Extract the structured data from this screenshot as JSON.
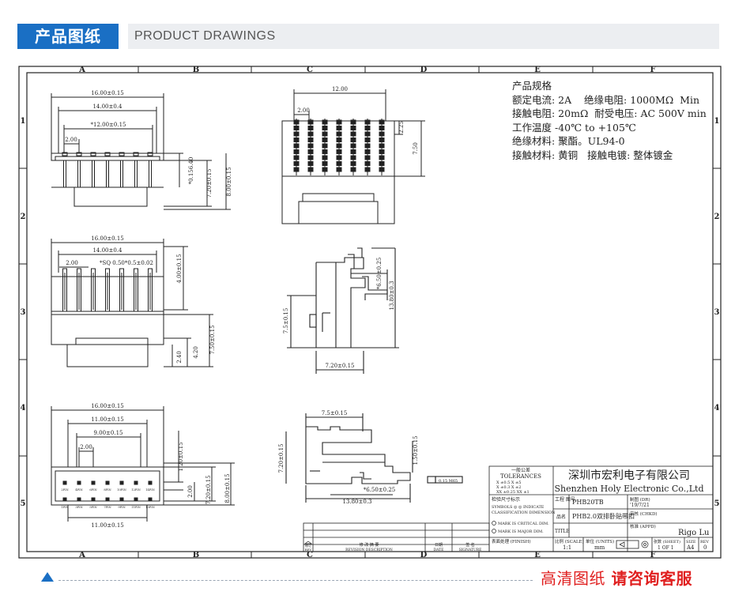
{
  "header": {
    "title_cn": "产品图纸",
    "title_en": "PRODUCT DRAWINGS"
  },
  "frame": {
    "col_letters": [
      "A",
      "B",
      "C",
      "D",
      "E",
      "F"
    ],
    "row_numbers": [
      "1",
      "2",
      "3",
      "4",
      "5"
    ]
  },
  "specs": {
    "title": "产品规格",
    "lines": [
      "额定电流: 2A    绝缘电阻: 1000MΩ  Min",
      "接触电阻: 20mΩ  耐受电压: AC 500V min",
      "工作温度 -40℃ to +105℃",
      "绝缘材料: 聚酯。UL94-0",
      "接触材料: 黄铜   接触电镀: 整体镀金"
    ]
  },
  "dims": {
    "v1_w16": "16.00±0.15",
    "v1_w14": "14.00±0.4",
    "v1_w12": "*12.00±0.15",
    "v1_p2": "2.00",
    "v1_h6": "*0.156.40",
    "v1_h72": "7.20±0.15",
    "v1_h8": "8.00±0.15",
    "v2_w16": "16.00±0.15",
    "v2_w14": "14.00±0.4",
    "v2_p2": "2.00",
    "v2_sq": "*SQ 0.50*0.5±0.02",
    "v2_h4": "4.00±0.15",
    "v2_h75": "7.50±0.15",
    "v2_h42": "4.20",
    "v2_h24": "2.40",
    "v3_w16": "16.00±0.15",
    "v3_w11": "11.00±0.15",
    "v3_w9": "9.00±0.15",
    "v3_p2": "2.00",
    "v3_h12": "1.20±0.15",
    "v3_h2": "2.00",
    "v3_h72": "7.20±0.15",
    "v3_h8": "8.00±0.15",
    "v3_wb11": "11.00±0.15",
    "v4_w12": "12.00",
    "v4_p2": "2.00",
    "v4_h225": "2.25",
    "v4_h75": "7.50",
    "v5_h65": "*6.50±0.25",
    "v5_h138": "13.80±0.3",
    "v5_h75": "7.5±0.15",
    "v5_w72": "7.20±0.15",
    "v6_w75": "7.5±0.15",
    "v6_h15": "1.50±0.15",
    "v6_h72": "7.20±0.15",
    "v6_w65": "*6.50±0.25",
    "v6_w138": "13.80±0.3",
    "v6_note": "0.15 M65"
  },
  "pin_labels_top": [
    "2PIN",
    "4PIN",
    "6PIN",
    "8PIN",
    "10PIN",
    "12PIN",
    "14PIN"
  ],
  "pin_labels_bot": [
    "1PIN",
    "3PIN",
    "5PIN",
    "7PIN",
    "9PIN",
    "11PIN",
    "13PIN"
  ],
  "title_block": {
    "tol_title": "一般公差",
    "tol_en": "TOLERANCES",
    "tol_lines": [
      "X  ±0.5      X  ±5",
      "X  ±0.3      X  ±2",
      "XX ±0.25    XX ±1"
    ],
    "company_cn": "深圳市宏利电子有限公司",
    "company_en": "Shenzhen Holy Electronic Co.,Ltd",
    "check_label": "检验尺寸标示",
    "symbols_line": "SYMBOLS ◎ ◎ INDICATE",
    "class_line": "CLASSIFICATION DIMENSION",
    "critical": "MARK IS CRITICAL DIM.",
    "major": "MARK IS MAJOR DIM.",
    "finish": "表面处理 (FINISH)",
    "proj_no_label": "工程 图号",
    "proj_no": "PHB20TB",
    "name_label": "品名",
    "name": "PHB2.0双排卧贴带扣",
    "title_label": "TITLE",
    "drawn_label": "制图 (DR)",
    "drawn_date": "'19/7/21",
    "chkd_label": "审核 (CHKD)",
    "appd_label": "核准 (APPD)",
    "appd_name": "Rigo Lu",
    "scale_label": "比例 (SCALE)",
    "scale": "1:1",
    "unit_label": "单位 (UNITS)",
    "unit": "mm",
    "sheet_label": "张数 (SHEET)",
    "sheet": "1 OF 1",
    "size_label": "SIZE",
    "size": "A4",
    "rev_label": "REV",
    "rev": "0",
    "rev_desc_cn": "修 改 摘 要",
    "rev_desc_en": "REVISION DESCRIPTION",
    "rev_date_cn": "日期",
    "rev_date_en": "DATE",
    "rev_sig_cn": "签 名",
    "rev_sig_en": "SIGNATURE",
    "rev_mark_cn": "修订",
    "rev_mark_en": "REV"
  },
  "footer": {
    "text_a": "高清图纸",
    "text_b": "请咨询客服"
  }
}
